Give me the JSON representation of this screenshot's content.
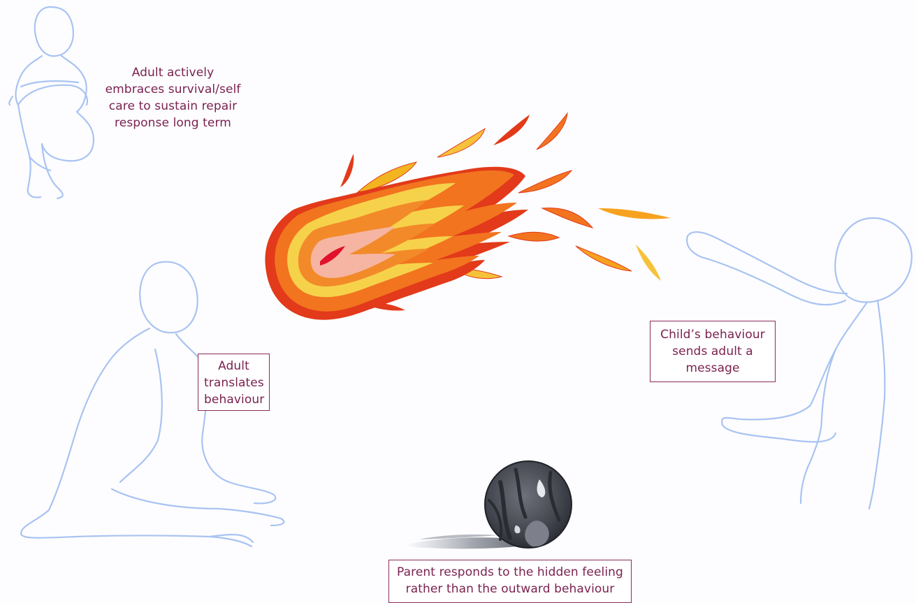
{
  "captions": {
    "self_care": "Adult actively\nembraces survival/self\ncare to sustain repair\nresponse long term",
    "translates": "Adult\ntranslates\nbehaviour",
    "message": "Child’s behaviour\nsends adult a\nmessage",
    "hidden_feeling": "Parent responds to the hidden feeling\nrather than the outward behaviour"
  },
  "colors": {
    "caption_text": "#7b2150",
    "box_border": "#8a2c5a",
    "figure_outline": "#a9c3f2",
    "fire_outer": "#e23a1a",
    "fire_orange": "#f2741f",
    "fire_yellow": "#f6d24a",
    "fire_core": "#f6b5a2",
    "ball_dark": "#3d3f49"
  }
}
